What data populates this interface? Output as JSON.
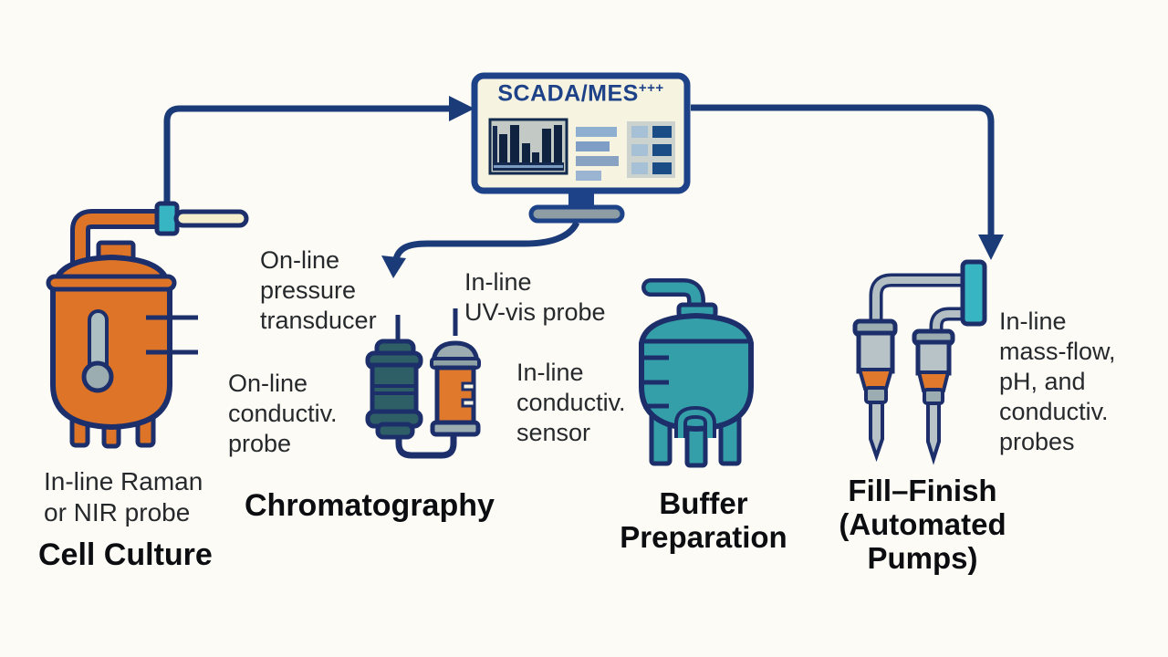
{
  "scada": {
    "title": "SCADA/MES",
    "sup": "+++"
  },
  "labels": {
    "raman": [
      "In-line Raman",
      "or NIR probe"
    ],
    "pressure": [
      "On-line",
      "pressure",
      "transducer"
    ],
    "uv_vis": [
      "In-line",
      "UV-vis probe"
    ],
    "conductiv_probe": [
      "On-line",
      "conductiv.",
      "probe"
    ],
    "conductiv_sensor": [
      "In-line",
      "conductiv.",
      "sensor"
    ],
    "mass_flow": [
      "In-line",
      "mass-flow,",
      "pH, and",
      "conductiv.",
      "probes"
    ]
  },
  "headings": {
    "cell_culture": "Cell Culture",
    "chromatography": "Chromatography",
    "buffer": [
      "Buffer",
      "Preparation"
    ],
    "fill_finish": [
      "Fill–Finish",
      "(Automated",
      "Pumps)"
    ]
  },
  "icons": {
    "monitor_chart": "bar-chart-icon",
    "monitor_list": "list-bars-icon",
    "monitor_grid": "data-grid-icon",
    "thermometer": "thermometer-icon",
    "arrows": "flow-arrow"
  },
  "colors": {
    "background": "#fdfbf5",
    "outline_navy": "#1c2f6b",
    "arrow_navy": "#1b3a78",
    "orange": "#dd7428",
    "teal": "#359fa9",
    "teal_bright": "#38b5c3",
    "dark_teal_column": "#2e5f66",
    "gray": "#9cadb2",
    "light_gray": "#b7c3c7",
    "screen_cream": "#f7f3e1",
    "scada_text": "#1e4287",
    "label_text": "#26292c",
    "heading_text": "#0b0d10"
  }
}
